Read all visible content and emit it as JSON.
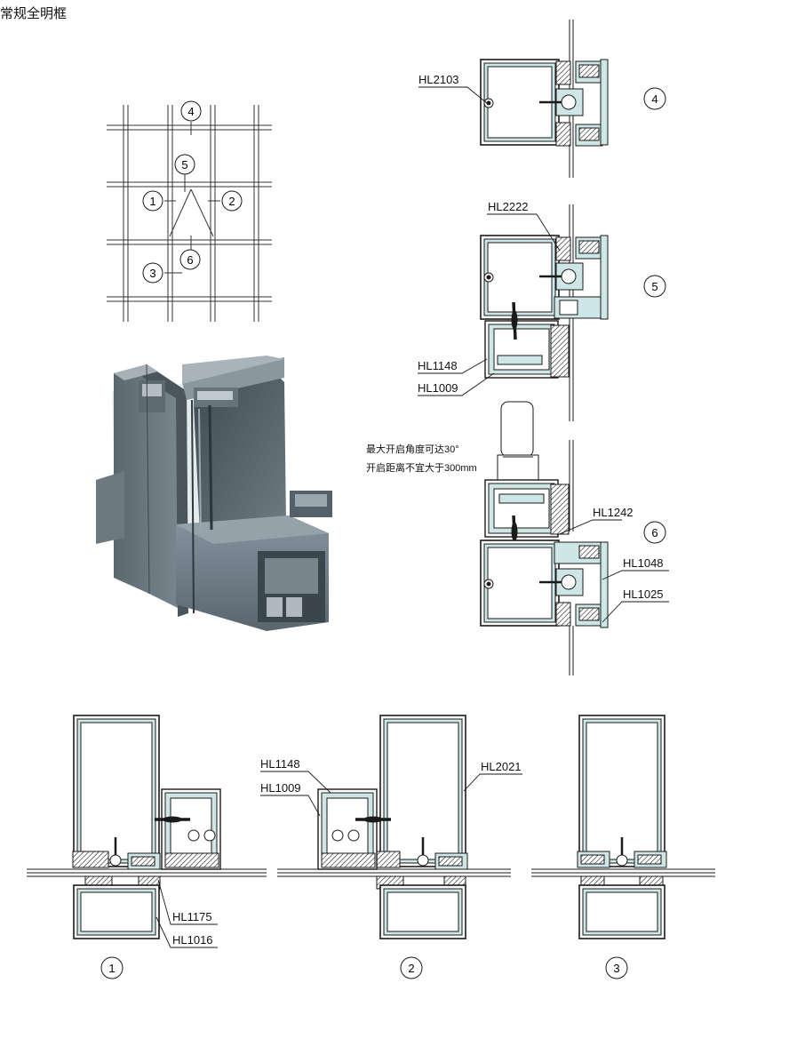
{
  "page_title": "常规全明框",
  "grid_legend": {
    "markers": [
      "4",
      "5",
      "1",
      "2",
      "6",
      "3"
    ]
  },
  "opening_notes": [
    "最大开启角度可达30°",
    "开启距离不宜大于300mm"
  ],
  "section_numbers": {
    "s4": "4",
    "s5": "5",
    "s6": "6",
    "b1": "1",
    "b2": "2",
    "b3": "3"
  },
  "profile_labels": {
    "hl2103": "HL2103",
    "hl2222": "HL2222",
    "hl1148_right": "HL1148",
    "hl1009_right": "HL1009",
    "hl1242": "HL1242",
    "hl1048": "HL1048",
    "hl1025": "HL1025",
    "hl1148_bottom": "HL1148",
    "hl1009_bottom": "HL1009",
    "hl2021": "HL2021",
    "hl1175": "HL1175",
    "hl1016": "HL1016"
  },
  "colors": {
    "line": "#1a1a1a",
    "profile_fill": "#cfe6e6",
    "metal_dark": "#4d5a62",
    "metal_mid": "#6f7c84",
    "metal_light": "#9aa6ad",
    "glass": "#dfe9ea"
  }
}
